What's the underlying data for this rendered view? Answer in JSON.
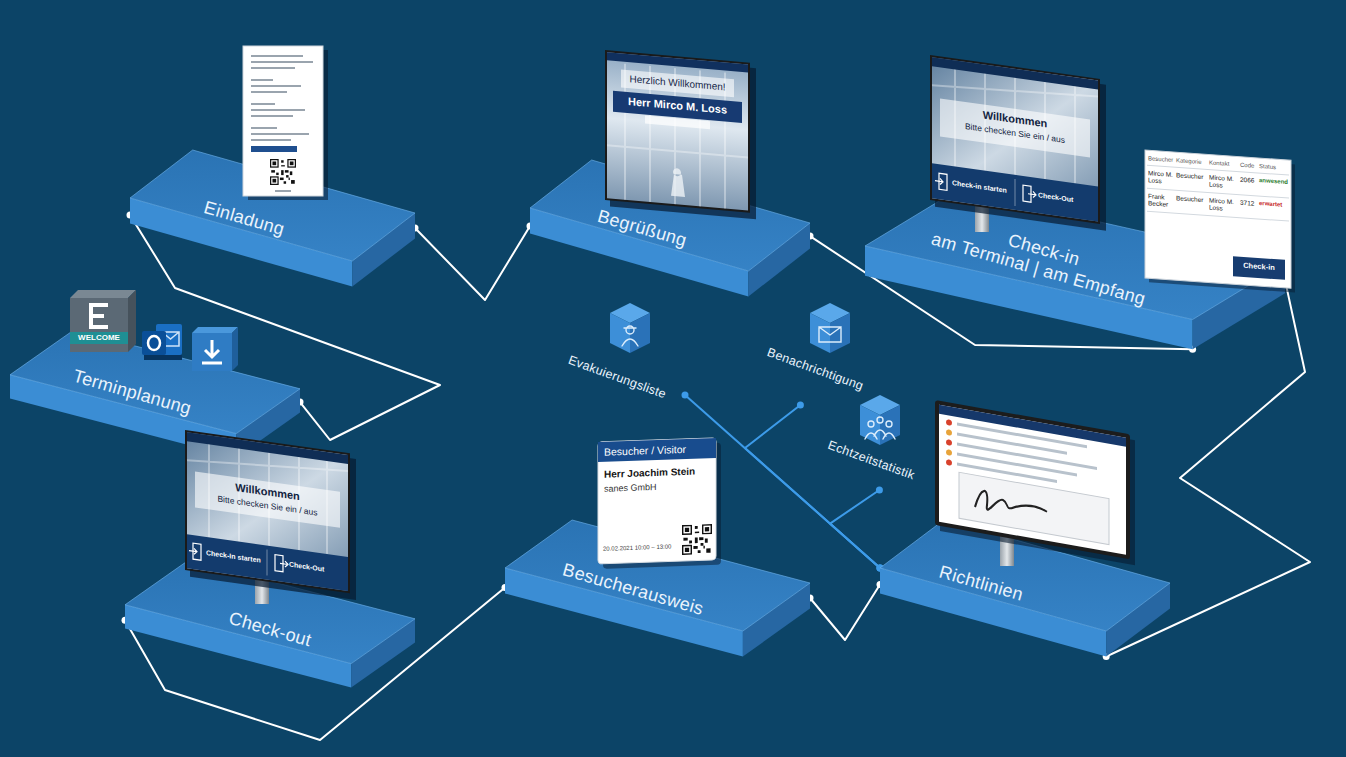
{
  "diagram": {
    "nodes": [
      {
        "text": [
          "Einladung"
        ]
      },
      {
        "text": [
          "Begrüßung"
        ]
      },
      {
        "text": [
          "Check-in",
          "am Terminal | am Empfang"
        ]
      },
      {
        "text": [
          "Terminplanung"
        ]
      },
      {
        "text": [
          "Evakuierungsliste"
        ]
      },
      {
        "text": [
          "Benachrichtigung"
        ]
      },
      {
        "text": [
          "Echtzeitstatistik"
        ]
      },
      {
        "text": [
          "Check-out"
        ]
      },
      {
        "text": [
          "Besucherausweis"
        ]
      },
      {
        "text": [
          "Richtlinien"
        ]
      }
    ],
    "edges": [
      {
        "from": 3,
        "to": 0,
        "arrow": "none"
      },
      {
        "from": 0,
        "to": 1,
        "arrow": "none"
      },
      {
        "from": 1,
        "to": 2,
        "arrow": "none"
      },
      {
        "from": 2,
        "to": 9,
        "arrow": "none"
      },
      {
        "from": 8,
        "to": 9,
        "arrow": "none"
      },
      {
        "from": 7,
        "to": 8,
        "arrow": "none"
      },
      {
        "from": 4,
        "to": 9,
        "arrow": "none"
      },
      {
        "from": 5,
        "to": 9,
        "arrow": "none"
      },
      {
        "from": 6,
        "to": 9,
        "arrow": "none"
      }
    ],
    "labels": [
      "WELCOME",
      "Herzlich Willkommen!",
      "Herr Mirco M. Loss",
      "Willkommen",
      "Bitte checken Sie ein / aus",
      "Check-in starten",
      "Check-Out",
      "Besucher",
      "Kategorie",
      "Kontakt",
      "Code",
      "Status",
      "Mirco M. Loss",
      "Besucher",
      "Mirco M. Loss",
      "2066",
      "anwesend",
      "Frank Becker",
      "Besucher",
      "Mirco M. Loss",
      "3712",
      "erwartet",
      "Check-in",
      "Willkommen",
      "Bitte checken Sie ein / aus",
      "Check-In starten",
      "Check-Out",
      "Besucher / Visitor",
      "Herr Joachim Stein",
      "sanes GmbH",
      "20.02.2021 10:00 – 13:00"
    ]
  }
}
